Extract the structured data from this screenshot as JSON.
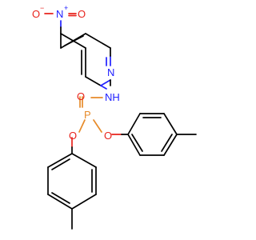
{
  "molecule": {
    "atoms": {
      "nitro_n": {
        "label": "N",
        "charge": "+",
        "color": "#2020ff"
      },
      "nitro_o_left": {
        "label": "O",
        "charge": "−",
        "color": "#e8231d"
      },
      "nitro_o_right": {
        "label": "O",
        "color": "#e8231d"
      },
      "pyridine_n": {
        "label": "N",
        "color": "#2020ff"
      },
      "amide_nh": {
        "label": "NH",
        "color": "#2020ff"
      },
      "phosphorus": {
        "label": "P",
        "color": "#e78b2a"
      },
      "phosphoryl_o": {
        "label": "O",
        "color": "#e8231d"
      },
      "ester_o_left": {
        "label": "O",
        "color": "#e8231d"
      },
      "ester_o_right": {
        "label": "O",
        "color": "#e8231d"
      }
    }
  }
}
